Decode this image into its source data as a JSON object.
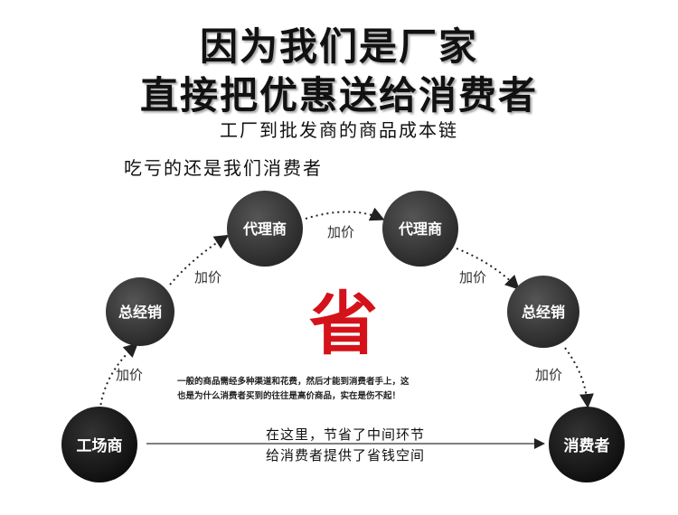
{
  "heading": {
    "line1": "因为我们是厂家",
    "line2": "直接把优惠送给消费者"
  },
  "subheading": {
    "line1": "工厂到批发商的商品成本链",
    "line2": "吃亏的还是我们消费者"
  },
  "nodes": {
    "factory": "工场商",
    "distributor_left": "总经销",
    "agent_left": "代理商",
    "agent_right": "代理商",
    "distributor_right": "总经销",
    "consumer": "消费者"
  },
  "markup_label": "加价",
  "save_char": "省",
  "note": {
    "line1": "一般的商品需经多种渠道和花费，然后才能到消费者手上，这",
    "line2": "也是为什么消费者买到的往往是高价商品，实在是伤不起！"
  },
  "direct_route": {
    "line1": "在这里，节省了中间环节",
    "line2": "给消费者提供了省钱空间"
  },
  "colors": {
    "node_fill": "#3a3a3a",
    "node_dark": "#151515",
    "accent_red": "#d4121a",
    "text": "#111111"
  }
}
